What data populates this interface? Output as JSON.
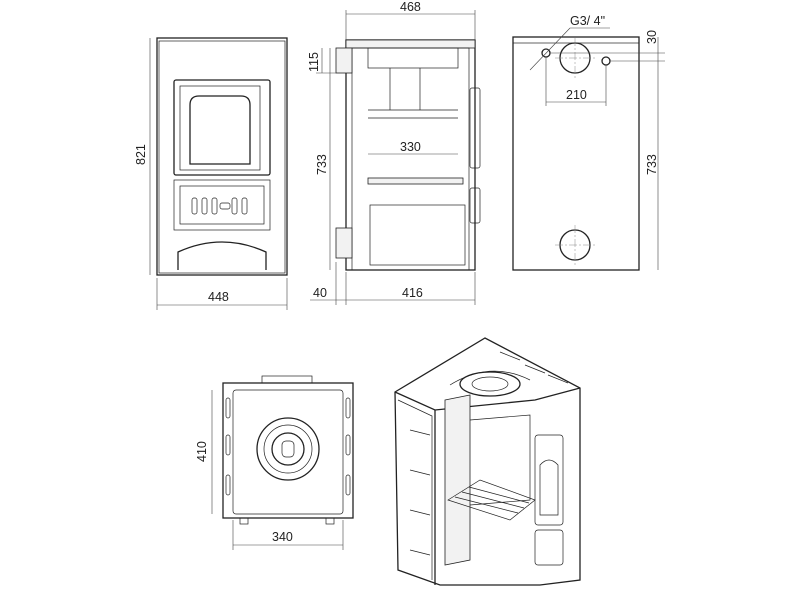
{
  "dimensions": {
    "front_width": "448",
    "front_height": "821",
    "side_top_width": "468",
    "side_top_offset": "115",
    "side_height": "733",
    "side_inner": "330",
    "side_leg": "40",
    "side_depth": "416",
    "back_thread": "G3/ 4\"",
    "back_top": "30",
    "back_spacing": "210",
    "back_height": "733",
    "top_depth": "410",
    "top_width": "340"
  }
}
